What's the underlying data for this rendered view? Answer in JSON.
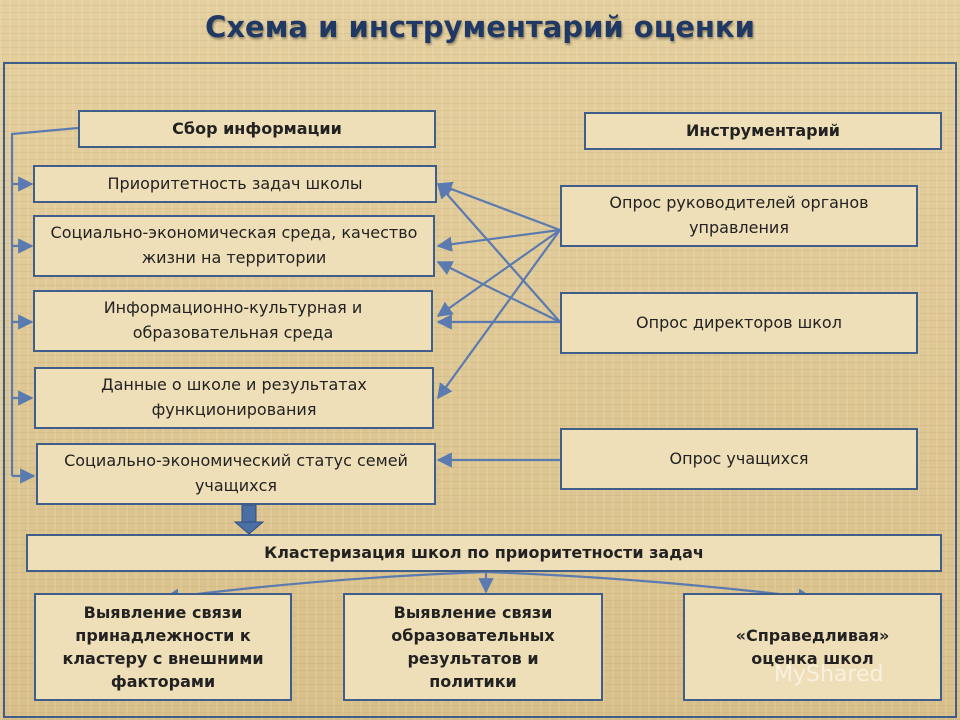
{
  "title": "Схема и инструментарий оценки",
  "headers": {
    "collection": "Сбор информации",
    "instruments": "Инструментарий"
  },
  "info_items": [
    "Приоритетность задач школы",
    "Социально-экономическая среда, качество жизни на территории",
    "Информационно-культурная и образовательная среда",
    "Данные о школе и результатах функционирования",
    "Социально-экономический статус семей учащихся"
  ],
  "instrument_items": [
    "Опрос руководителей органов управления",
    "Опрос директоров школ",
    "Опрос учащихся"
  ],
  "clustering": "Кластеризация школ по приоритетности задач",
  "outcomes": [
    "Выявление связи принадлежности к кластеру с внешними факторами",
    "Выявление связи образовательных результатов и политики",
    "«Справедливая» оценка школ"
  ],
  "watermark": "MyShared",
  "colors": {
    "line": "#5b7bb0",
    "border": "#3f5e8a",
    "title": "#1f3864",
    "box_fill": "#efdfb8"
  }
}
